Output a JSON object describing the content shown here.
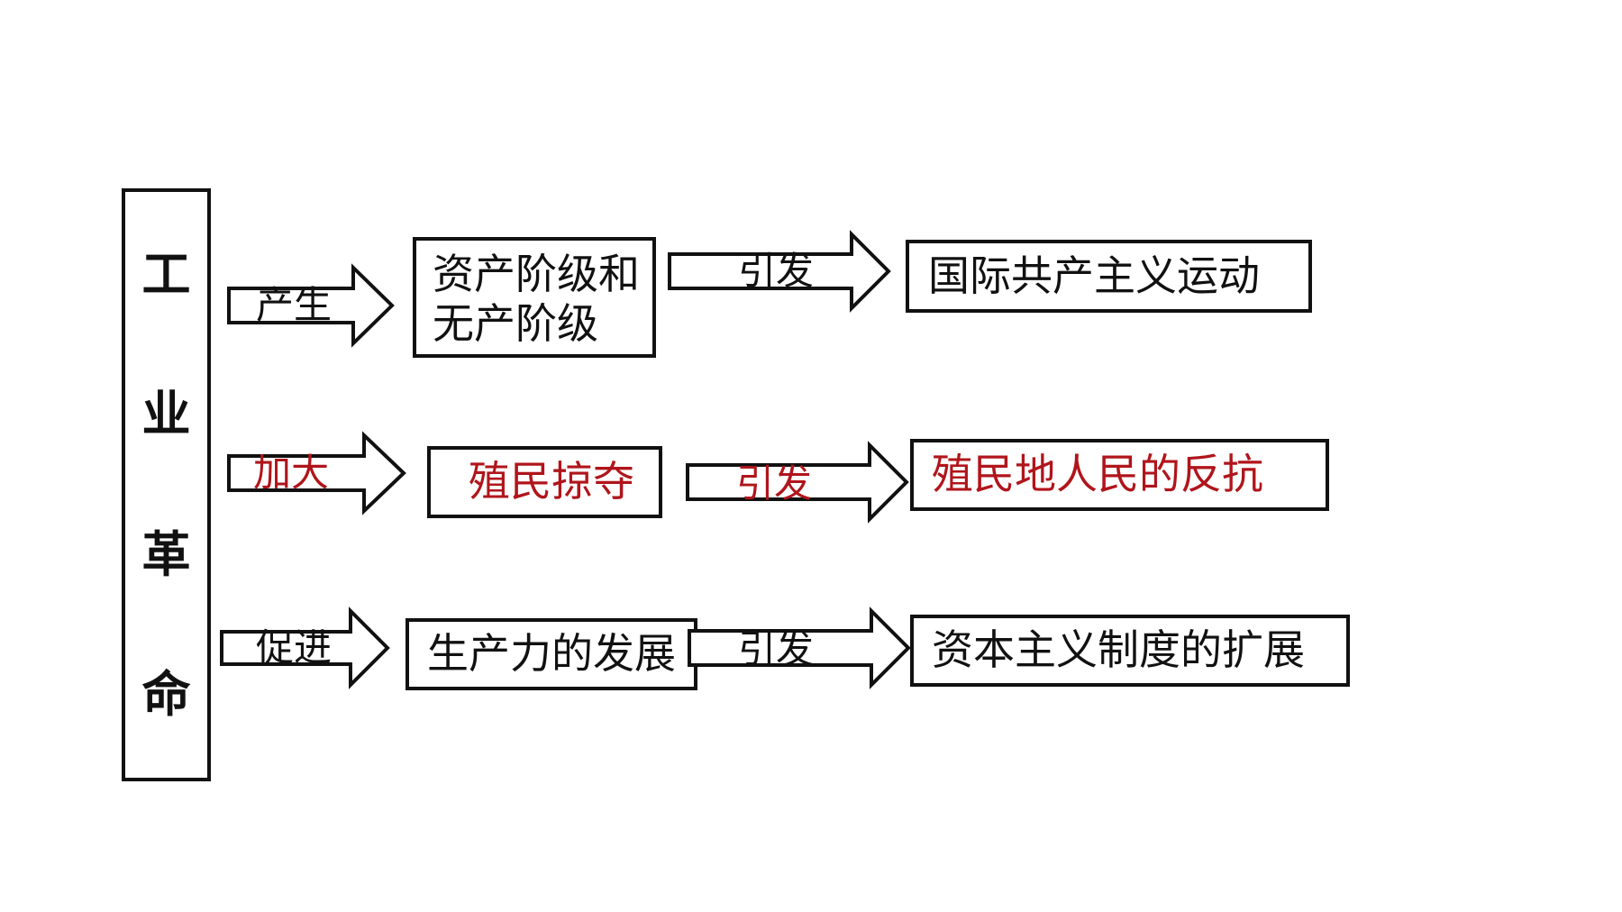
{
  "main": {
    "chars": [
      "工",
      "业",
      "革",
      "命"
    ]
  },
  "rows": [
    {
      "verb": "产生",
      "verb_color": "#111111",
      "middle": {
        "lines": [
          "资产阶级和",
          "无产阶级"
        ],
        "color": "#111111"
      },
      "link": "引发",
      "link_color": "#111111",
      "result": {
        "text": "国际共产主义运动",
        "color": "#111111"
      }
    },
    {
      "verb": "加大",
      "verb_color": "#b0151b",
      "middle": {
        "lines": [
          "殖民掠夺"
        ],
        "color": "#b0151b"
      },
      "link": "引发",
      "link_color": "#b0151b",
      "result": {
        "text": "殖民地人民的反抗",
        "color": "#b0151b"
      }
    },
    {
      "verb": "促进",
      "verb_color": "#111111",
      "middle": {
        "lines": [
          "生产力的发展"
        ],
        "color": "#111111"
      },
      "link": "引发",
      "link_color": "#111111",
      "result": {
        "text": "资本主义制度的扩展",
        "color": "#111111"
      }
    }
  ]
}
